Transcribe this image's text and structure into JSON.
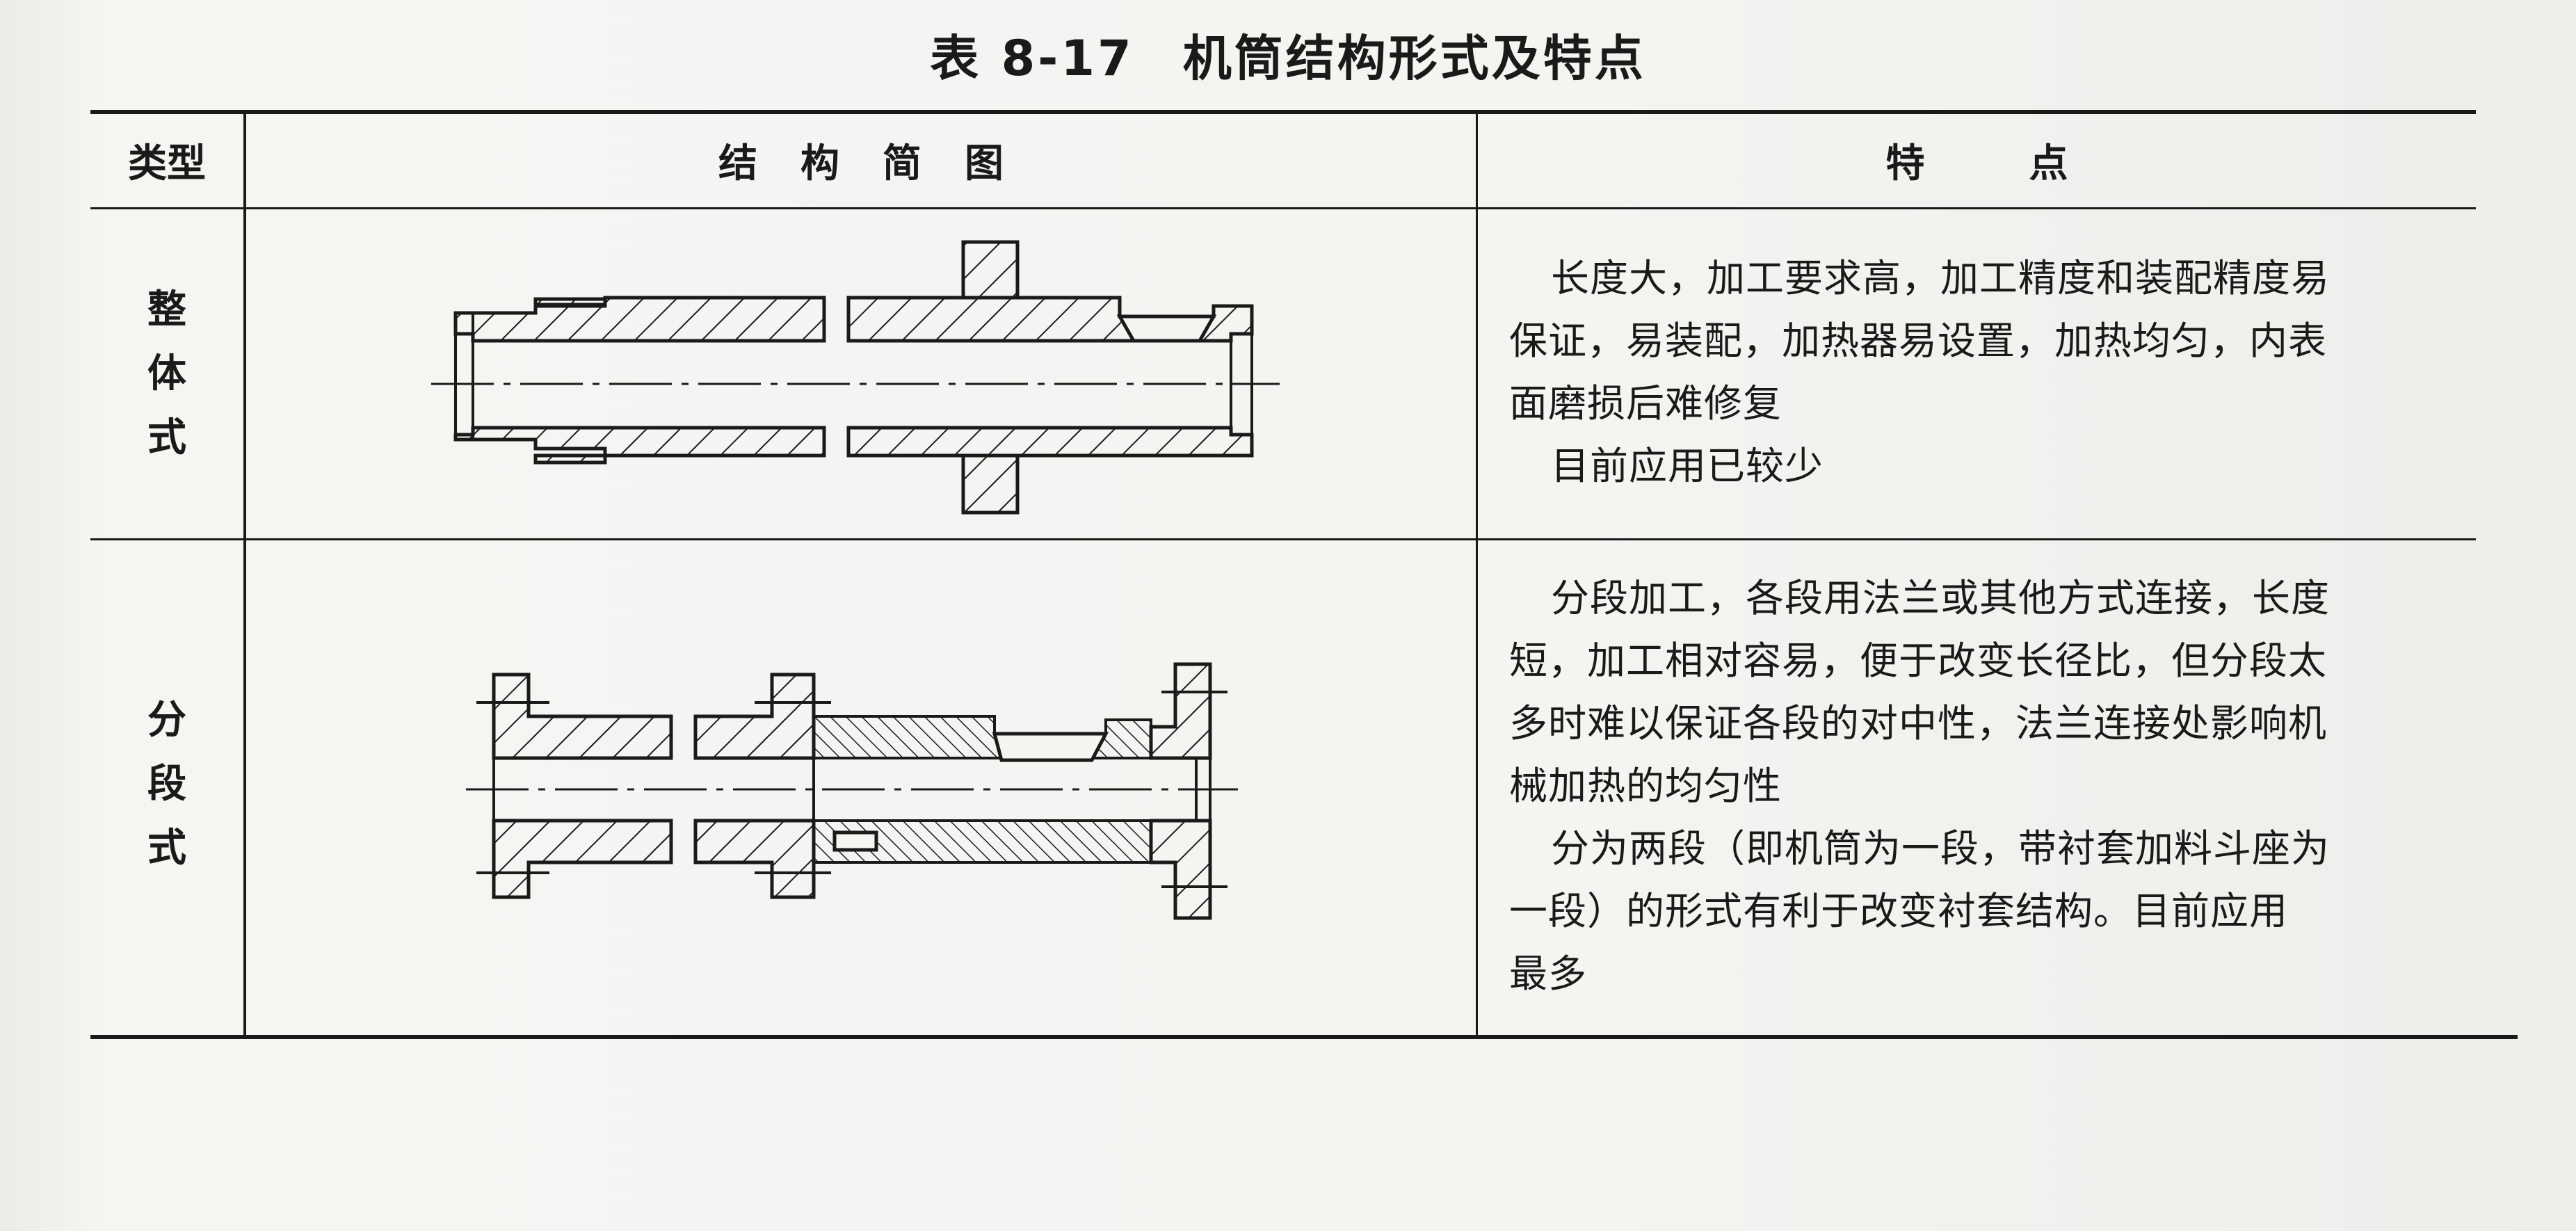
{
  "title": {
    "number": "表 8-17",
    "text": "机筒结构形式及特点"
  },
  "headers": {
    "type": "类型",
    "diagram": "结构简图",
    "features": "特点"
  },
  "rows": [
    {
      "type": "整体式",
      "features": [
        "长度大，加工要求高，加工精度和装配精度易",
        "保证，易装配，加热器易设置，加热均匀，内表",
        "面磨损后难修复",
        "目前应用已较少"
      ]
    },
    {
      "type": "分段式",
      "features": [
        "分段加工，各段用法兰或其他方式连接，长度",
        "短，加工相对容易，便于改变长径比，但分段太",
        "多时难以保证各段的对中性，法兰连接处影响机",
        "械加热的均匀性",
        "分为两段（即机筒为一段，带衬套加料斗座为",
        "一段）的形式有利于改变衬套结构。目前应用",
        "最多"
      ]
    }
  ]
}
